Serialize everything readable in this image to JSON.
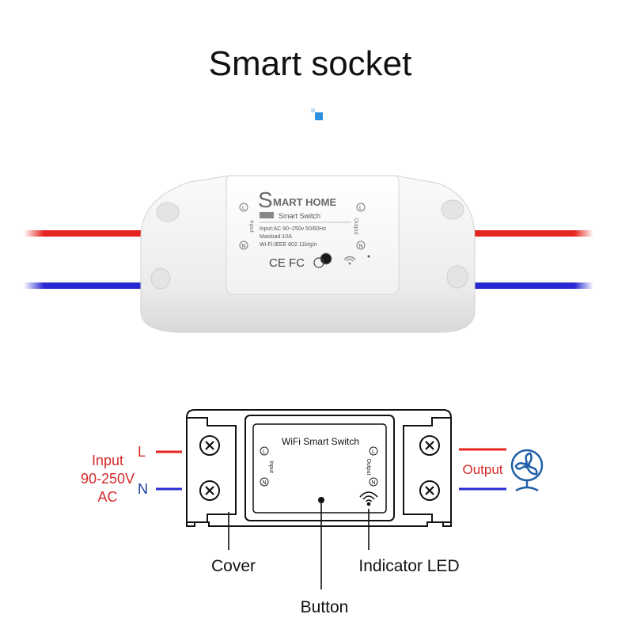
{
  "title": "Smart socket",
  "device": {
    "brand_initial": "S",
    "brand_rest": "MART HOME",
    "model": "Smart Switch",
    "spec_input": "Input:AC 90~250v 50/60Hz",
    "spec_maxload": "Maxload:10A",
    "spec_wifi": "Wi-Fi:IEEE 802.11b/g/n",
    "left_label": "Input",
    "right_label": "Output",
    "terminal_l": "L",
    "terminal_n": "N",
    "certifications": "CE FC"
  },
  "diagram": {
    "inner_title": "WiFi Smart Switch",
    "inner_input_label": "Input",
    "inner_output_label": "Output",
    "terminal_l": "L",
    "terminal_n": "N",
    "line_l_label": "L",
    "line_n_label": "N",
    "input_label_1": "Input",
    "input_label_2": "90-250V",
    "input_label_3": "AC",
    "output_label": "Output",
    "callout_cover": "Cover",
    "callout_led": "Indicator LED",
    "callout_button": "Button"
  },
  "colors": {
    "red_wire": "#e52521",
    "blue_wire": "#2a2ad2",
    "input_text": "#d42a2a",
    "output_text": "#d42a2a",
    "fan_icon": "#1f5fa8",
    "accent_square": "#2d8fe0"
  },
  "icons": {
    "wifi": "wifi-signal-icon",
    "fan": "fan-icon",
    "screw": "screw-icon"
  }
}
